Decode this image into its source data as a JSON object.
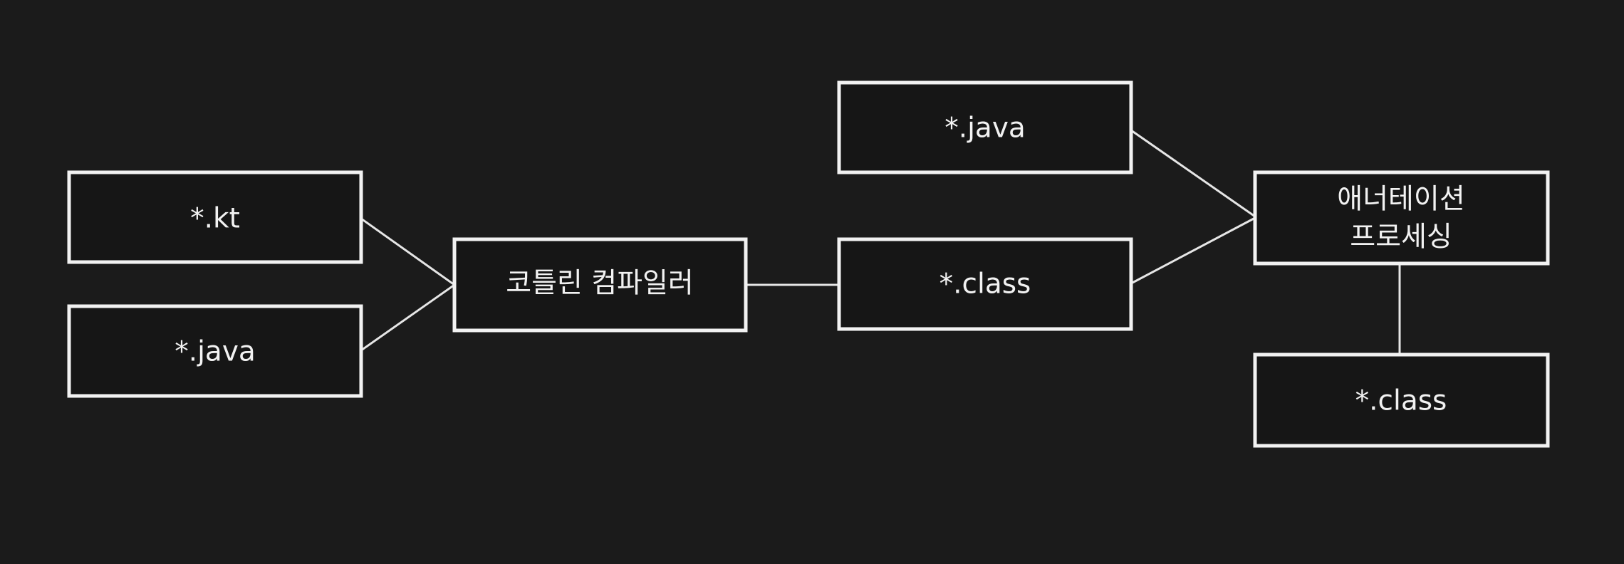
{
  "colors": {
    "background": "#1b1b1b",
    "box_fill": "#161616",
    "box_border": "#f2f2f2",
    "text": "#f2f2f2",
    "connector": "#e6e6e6"
  },
  "nodes": {
    "kt_source": "*.kt",
    "java_source": "*.java",
    "kotlin_compiler": "코틀린 컴파일러",
    "java_output": "*.java",
    "class_output": "*.class",
    "annotation_processing": {
      "line1": "애너테이션",
      "line2": "프로세싱"
    },
    "final_class": "*.class"
  },
  "edges": [
    {
      "from": "kt_source",
      "to": "kotlin_compiler"
    },
    {
      "from": "java_source",
      "to": "kotlin_compiler"
    },
    {
      "from": "kotlin_compiler",
      "to": "class_output"
    },
    {
      "from": "java_output",
      "to": "annotation_processing"
    },
    {
      "from": "class_output",
      "to": "annotation_processing"
    },
    {
      "from": "annotation_processing",
      "to": "final_class"
    }
  ]
}
